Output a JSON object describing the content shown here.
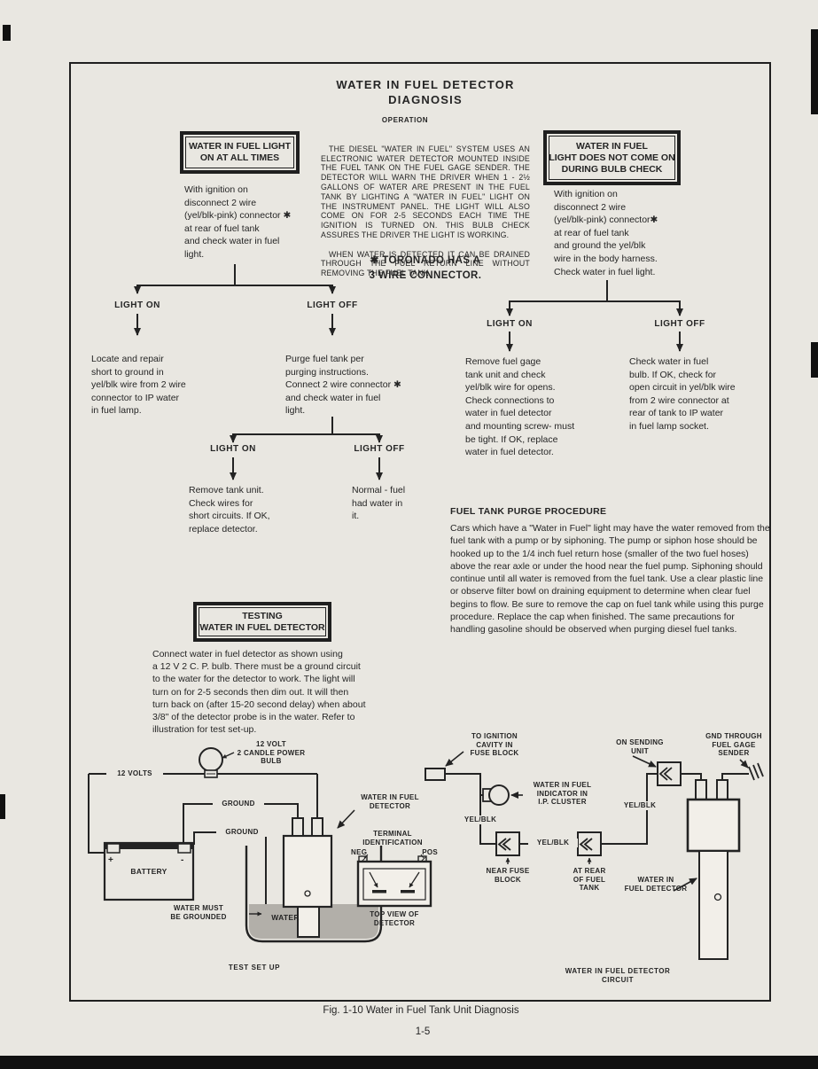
{
  "colors": {
    "paper": "#e9e7e1",
    "ink": "#252525",
    "water_fill": "#b2afa9"
  },
  "header": {
    "title1": "WATER IN FUEL DETECTOR",
    "title2": "DIAGNOSIS",
    "operation": "OPERATION"
  },
  "operation": {
    "para1": "THE DIESEL \"WATER IN FUEL\" SYSTEM USES AN ELECTRONIC WATER DETECTOR MOUNTED INSIDE THE FUEL TANK ON THE FUEL GAGE SENDER. THE DETECTOR WILL WARN THE DRIVER WHEN 1 - 2½ GALLONS OF WATER ARE PRESENT IN THE FUEL TANK BY LIGHTING A \"WATER IN FUEL\" LIGHT ON THE INSTRUMENT PANEL. THE LIGHT WILL ALSO COME ON FOR 2-5 SECONDS EACH TIME THE IGNITION IS TURNED ON. THIS BULB CHECK ASSURES THE DRIVER THE LIGHT IS WORKING.",
    "para2": "WHEN WATER IS DETECTED IT CAN BE DRAINED THROUGH THE FUEL RETURN LINE WITHOUT REMOVING THE FUEL TANK.",
    "note": "✱ TORONADO HAS A\n3 WIRE CONNECTOR."
  },
  "left_flow": {
    "box": "WATER IN FUEL LIGHT\nON AT ALL TIMES",
    "intro": "With ignition on\ndisconnect 2 wire\n(yel/blk-pink) connector ✱\nat rear of fuel tank\nand check water in fuel\nlight.",
    "on_label": "LIGHT ON",
    "on_text": "Locate and repair\nshort to ground in\nyel/blk wire from 2 wire\nconnector to IP water\nin fuel lamp.",
    "off_label": "LIGHT OFF",
    "off_text": "Purge fuel tank per\npurging instructions.\nConnect 2 wire connector ✱\nand check water in fuel\nlight.",
    "sub_on_label": "LIGHT ON",
    "sub_on_text": "Remove tank unit.\nCheck wires for\nshort circuits.  If OK,\nreplace detector.",
    "sub_off_label": "LIGHT OFF",
    "sub_off_text": "Normal - fuel\nhad water in\nit."
  },
  "right_flow": {
    "box": "WATER IN FUEL\nLIGHT DOES NOT COME ON\nDURING BULB CHECK",
    "intro": "With ignition on\ndisconnect 2 wire\n(yel/blk-pink) connector✱\nat rear of fuel tank\nand ground the yel/blk\nwire in the body harness.\nCheck water in fuel light.",
    "on_label": "LIGHT ON",
    "on_text": "Remove fuel gage\ntank unit and check\nyel/blk wire for opens.\nCheck connections to\nwater in fuel detector\nand mounting screw- must\nbe tight.  If OK,  replace\nwater in fuel detector.",
    "off_label": "LIGHT OFF",
    "off_text": "Check water in fuel\nbulb.  If OK,  check for\nopen circuit in yel/blk wire\nfrom 2 wire connector at\nrear of tank to IP water\nin fuel lamp socket."
  },
  "purge": {
    "heading": "FUEL TANK PURGE PROCEDURE",
    "body": "Cars which have a \"Water in Fuel\" light may have the water removed from the fuel tank with a pump or by siphoning.   The pump or siphon hose should be hooked up to the 1/4 inch fuel return hose (smaller of the two fuel hoses) above the rear axle or under the hood near the fuel pump.   Siphoning should continue until all water is removed from the fuel tank.   Use a clear plastic line or observe filter bowl on draining equipment to determine when clear fuel begins to flow.   Be sure to remove the cap on fuel tank while using this purge procedure.  Replace the cap when finished.   The same precautions for handling gasoline should be observed when purging diesel fuel tanks."
  },
  "testing": {
    "box": "TESTING\nWATER IN FUEL DETECTOR",
    "body": "Connect water in fuel detector as shown using\na 12 V 2 C. P.  bulb.   There must be a ground circuit\nto the water for the detector to work.  The light will\nturn on for 2-5 seconds then dim out.   It will then\nturn back on (after 15-20 second delay) when about\n3/8\" of the detector probe is in the water.   Refer to\nillustration for test set-up."
  },
  "test_setup": {
    "bulb": "12 VOLT\n2 CANDLE POWER\nBULB",
    "volts": "12 VOLTS",
    "ground1": "GROUND",
    "ground2": "GROUND",
    "battery": "BATTERY",
    "plus": "+",
    "minus": "-",
    "water_grounded": "WATER MUST\nBE GROUNDED",
    "water": "WATER",
    "detector": "WATER IN FUEL\nDETECTOR",
    "terminal_id": "TERMINAL\nIDENTIFICATION",
    "neg": "NEG",
    "pos": "POS",
    "top_view": "TOP VIEW OF\nDETECTOR",
    "caption": "TEST SET UP"
  },
  "circuit": {
    "ignition": "TO IGNITION\nCAVITY IN\nFUSE BLOCK",
    "indicator": "WATER IN FUEL\nINDICATOR IN\nI.P. CLUSTER",
    "yelblk1": "YEL/BLK",
    "yelblk2": "YEL/BLK",
    "yelblk3": "YEL/BLK",
    "near_fuse": "NEAR FUSE\nBLOCK",
    "at_rear": "AT REAR\nOF FUEL\nTANK",
    "sending_unit": "ON SENDING\nUNIT",
    "gnd": "GND THROUGH\nFUEL GAGE\nSENDER",
    "detector": "WATER IN\nFUEL DETECTOR",
    "caption": "WATER IN FUEL DETECTOR\nCIRCUIT"
  },
  "footer": {
    "fig_caption": "Fig. 1-10  Water in Fuel Tank Unit Diagnosis",
    "page_number": "1-5"
  }
}
